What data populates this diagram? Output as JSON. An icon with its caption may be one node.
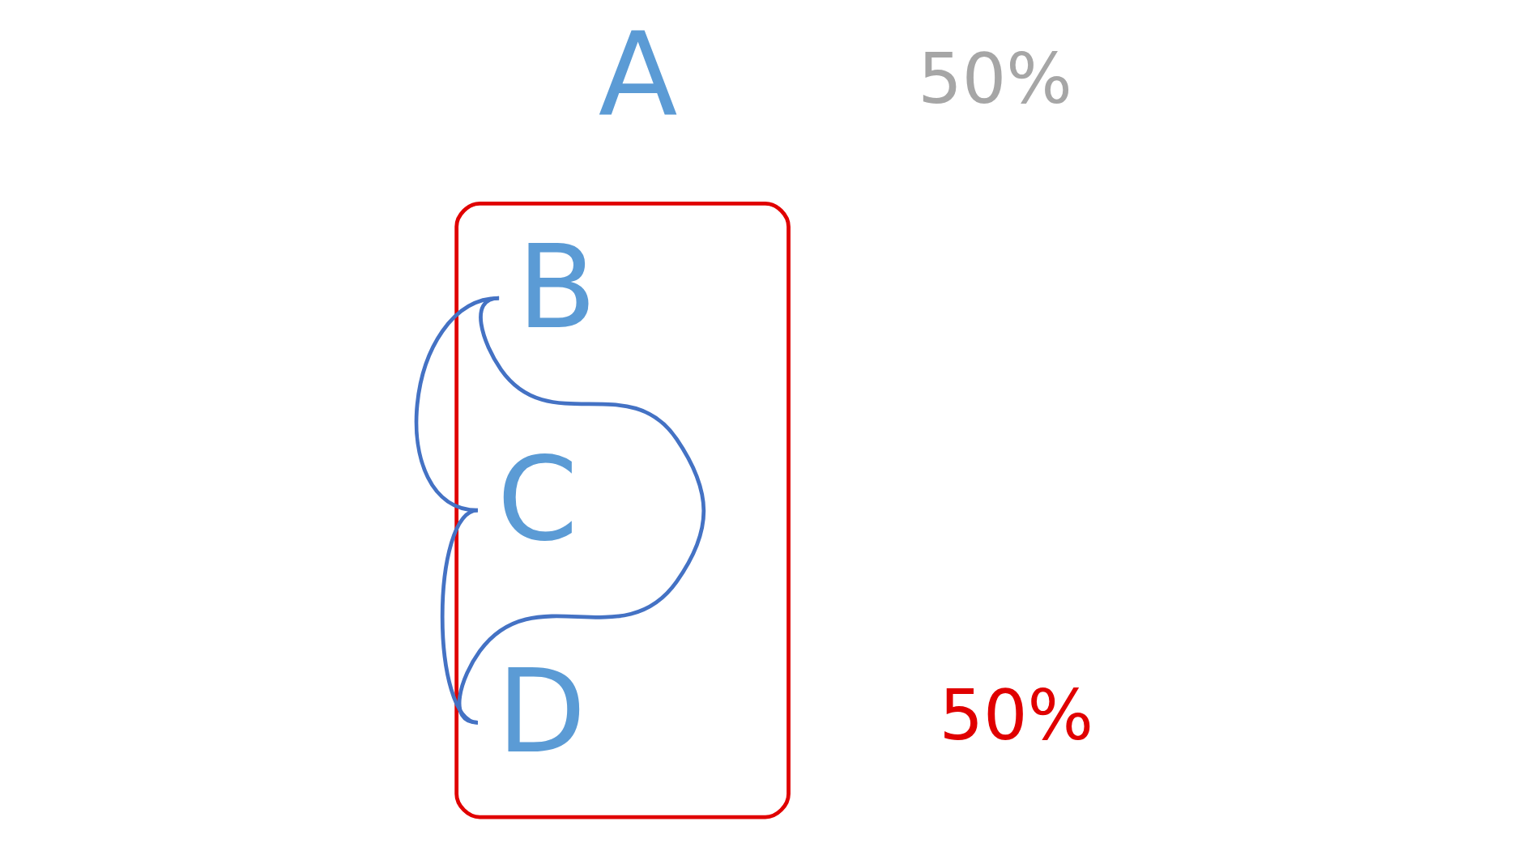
{
  "diagram": {
    "nodes": [
      {
        "text": [
          "A"
        ],
        "beside": [
          "50%"
        ]
      },
      {
        "text": [],
        "shape": "box",
        "beside": [
          "50%"
        ]
      },
      {
        "text": [
          "B"
        ],
        "in": 1
      },
      {
        "text": [
          "C"
        ],
        "in": 1
      },
      {
        "text": [
          "D"
        ],
        "in": 1
      }
    ],
    "edges": [
      {
        "from": 3,
        "to": 4,
        "arrow": "none"
      },
      {
        "from": 2,
        "to": 3,
        "arrow": "none"
      },
      {
        "from": 2,
        "to": 4,
        "arrow": "none"
      }
    ]
  }
}
